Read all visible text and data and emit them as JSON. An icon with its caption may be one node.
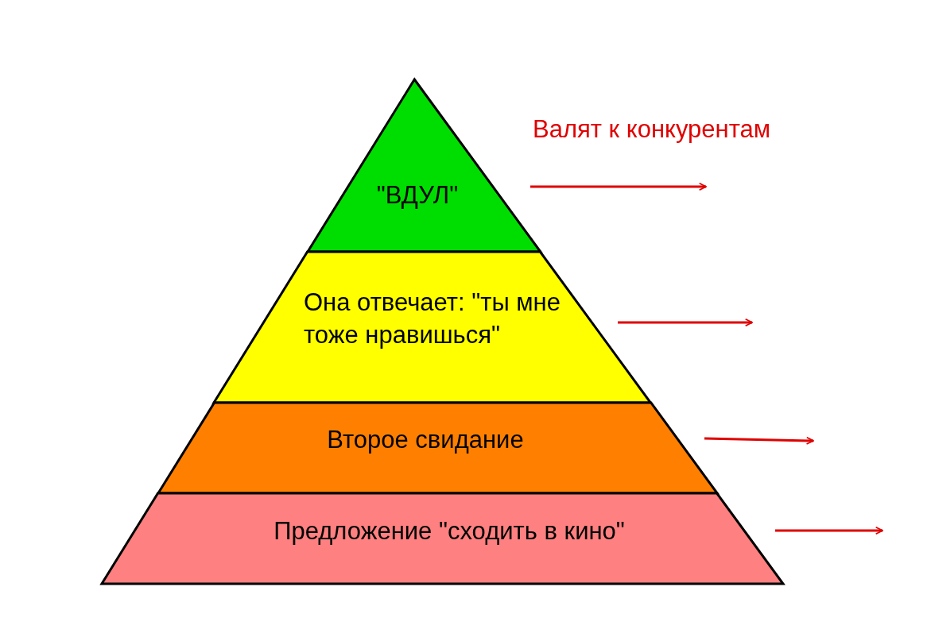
{
  "diagram": {
    "nodes": [
      {
        "text": [
          "\"ВДУЛ\""
        ]
      },
      {
        "text": [
          "Она отвечает: \"ты мне тоже нравишься\""
        ]
      },
      {
        "text": [
          "Второе свидание"
        ]
      },
      {
        "text": [
          "Предложение \"сходить в кино\""
        ]
      }
    ],
    "edges": [
      {
        "from": 0,
        "to": null,
        "arrow": "to"
      },
      {
        "from": 1,
        "to": null,
        "arrow": "to"
      },
      {
        "from": 2,
        "to": null,
        "arrow": "to"
      },
      {
        "from": 3,
        "to": null,
        "arrow": "to"
      }
    ],
    "labels": [
      "Валят к конкурентам"
    ]
  }
}
